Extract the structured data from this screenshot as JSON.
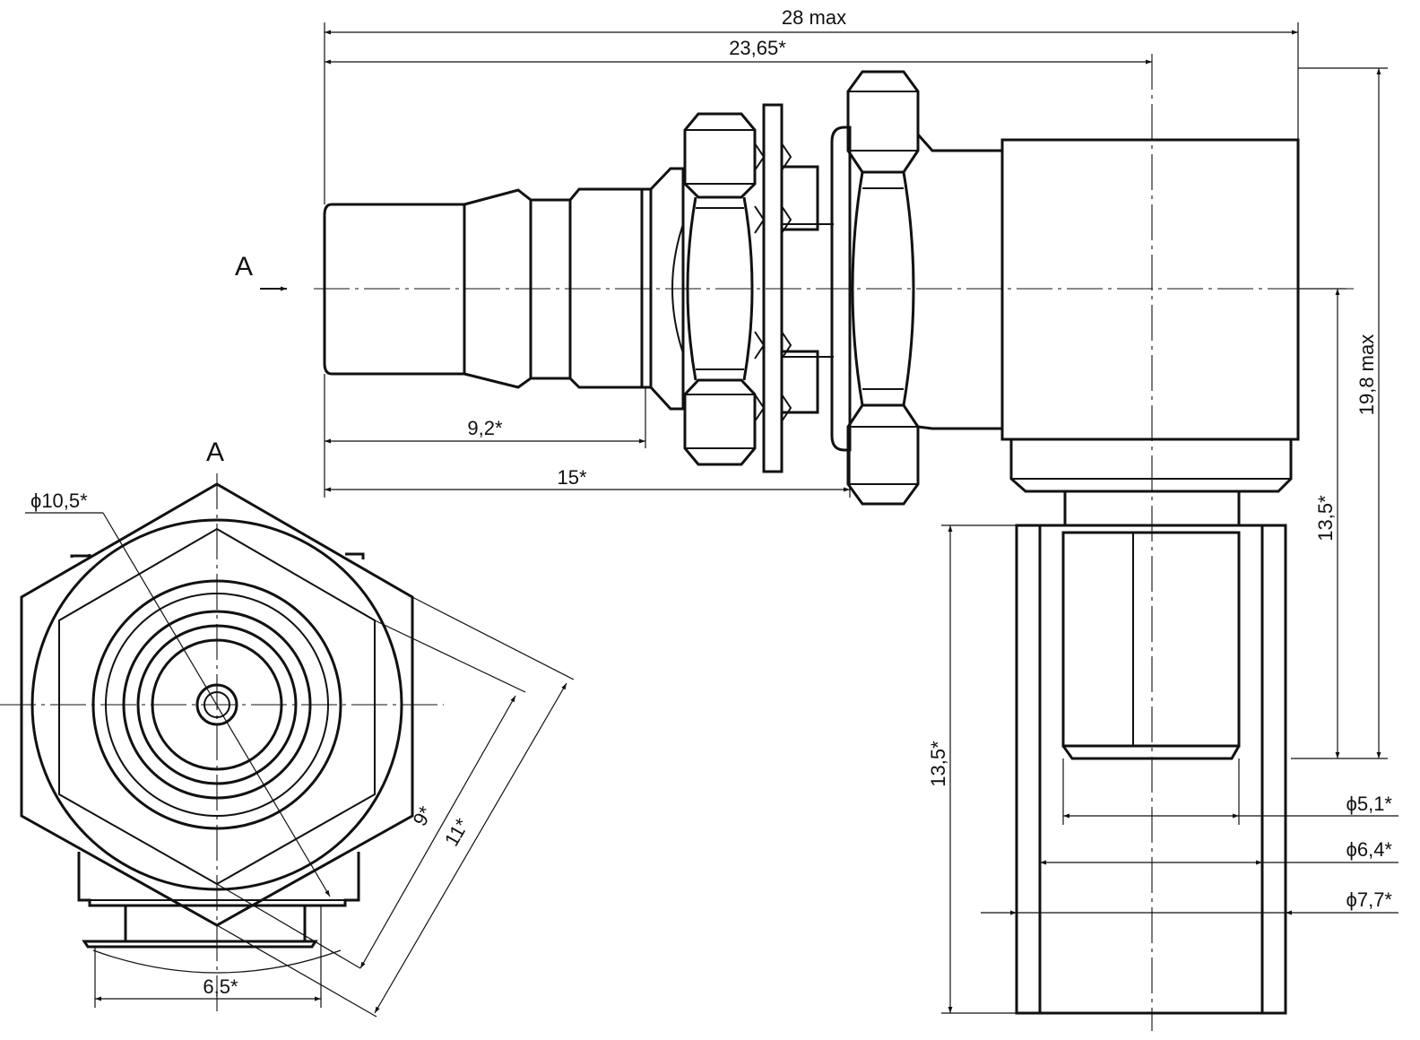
{
  "colors": {
    "line": "#111111",
    "background": "#ffffff"
  },
  "views": {
    "view_label_arrow": "A",
    "view_label_end": "A"
  },
  "dimensions": {
    "overall_length": "28 max",
    "length_to_axis": "23,65*",
    "plug_length": "9,2*",
    "flange_length": "15*",
    "height_max": "19,8 max",
    "body_to_axis_height": "13,5*",
    "sleeve_length": "13,5*",
    "d_inner": "ϕ5,1*",
    "d_mid": "ϕ6,4*",
    "d_outer": "ϕ7,7*",
    "hex_diameter": "ϕ10,5*",
    "hex_flat_small": "9*",
    "hex_flat_large": "11*",
    "body_width": "6,5*"
  }
}
